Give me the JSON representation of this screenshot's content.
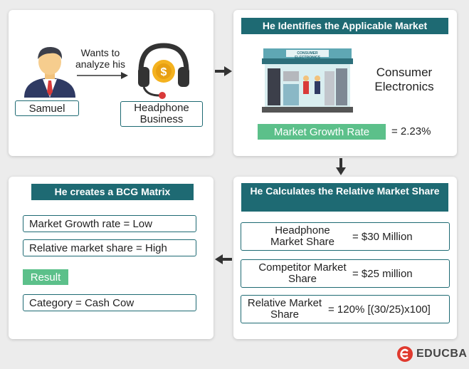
{
  "step1": {
    "person_label": "Samuel",
    "arrow_text": "Wants to analyze his",
    "business_label": "Headphone Business"
  },
  "step2": {
    "title": "He Identifies the Applicable Market",
    "store_sign": "CONSUMER ELECTRONICS",
    "market_name": "Consumer Electronics",
    "growth_label": "Market Growth Rate",
    "growth_value": "= 2.23%"
  },
  "step3": {
    "title": "He Calculates the Relative Market Share",
    "rows": [
      {
        "label": "Headphone Market Share",
        "value": "= $30 Million"
      },
      {
        "label": "Competitor Market Share",
        "value": "= $25 million"
      },
      {
        "label": "Relative Market Share",
        "value": "= 120% [(30/25)x100]"
      }
    ]
  },
  "step4": {
    "title": "He creates a BCG Matrix",
    "growth_row": "Market Growth rate = Low",
    "share_row": "Relative market share = High",
    "result_label": "Result",
    "category_row": "Category = Cash Cow"
  },
  "brand": {
    "name": "EDUCBA",
    "color": "#e03a2f"
  },
  "colors": {
    "teal": "#1e6a73",
    "green": "#5cc08a",
    "gold": "#f4b21f"
  }
}
